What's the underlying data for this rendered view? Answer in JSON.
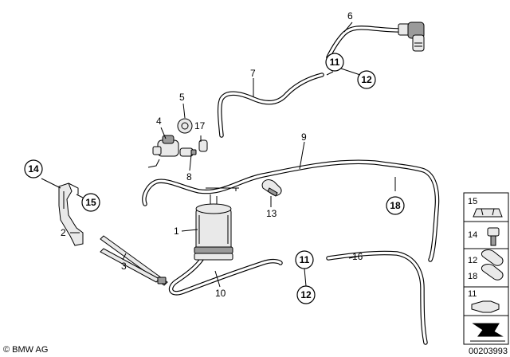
{
  "copyright": "© BMW AG",
  "diagram_id": "00203993",
  "callouts": {
    "p1": "1",
    "p2": "2",
    "p3": "3",
    "p4": "4",
    "p5": "5",
    "p6": "6",
    "p7": "7",
    "p8": "8",
    "p9": "9",
    "p10": "10",
    "p11a": "11",
    "p11b": "11",
    "p12a": "12",
    "p12b": "12",
    "p13": "13",
    "p14": "14",
    "p15": "15",
    "p16": "16",
    "p17": "17",
    "p18": "18"
  },
  "legend": {
    "r1": "15",
    "r2": "14",
    "r3a": "12",
    "r3b": "18",
    "r4": "11"
  }
}
